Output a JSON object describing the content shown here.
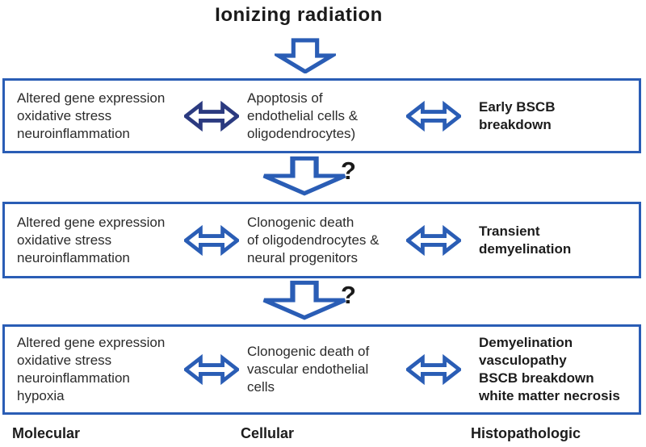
{
  "title": "Ionizing radiation",
  "colors": {
    "box_border": "#2a5db5",
    "arrow_blue": "#2a5db5",
    "arrow_navy": "#2b3a80",
    "text": "#2b2b2b"
  },
  "rows": [
    {
      "molecular": "Altered gene expression\noxidative stress\nneuroinflammation",
      "cellular": "Apoptosis of\nendothelial cells &\noligodendrocytes)",
      "histopathologic": "Early BSCB\nbreakdown"
    },
    {
      "molecular": "Altered gene expression\noxidative stress\nneuroinflammation",
      "cellular": "Clonogenic death\nof oligodendrocytes &\nneural progenitors",
      "histopathologic": "Transient\ndemyelination"
    },
    {
      "molecular": "Altered gene expression\noxidative stress\nneuroinflammation\nhypoxia",
      "cellular": "Clonogenic death of\nvascular endothelial\ncells",
      "histopathologic": "Demyelination\nvasculopathy\nBSCB breakdown\nwhite matter necrosis"
    }
  ],
  "connectors": {
    "question_mark_1": "?",
    "question_mark_2": "?"
  },
  "footer": {
    "molecular": "Molecular",
    "cellular": "Cellular",
    "histopathologic": "Histopathologic"
  }
}
